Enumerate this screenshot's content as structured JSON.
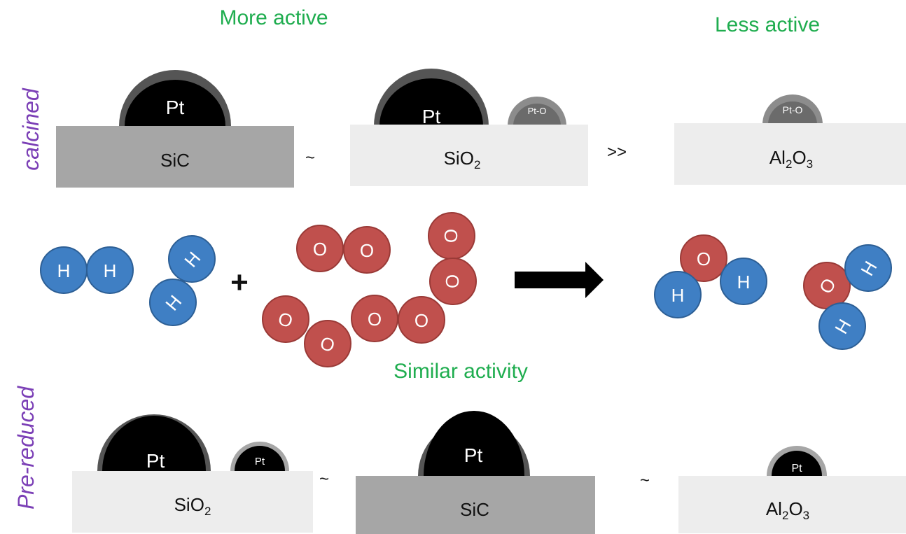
{
  "colors": {
    "activity_label": "#1fad4f",
    "row_label": "#7b3fb6",
    "sic_support": "#a6a6a6",
    "light_support": "#ededed",
    "pt_core": "#000000",
    "pt_o_shell": "#555555",
    "small_pt_o_shell": "#8c8c8c",
    "small_pt_o_core": "#6b6b6b",
    "hydrogen": "#3f7fc4",
    "oxygen": "#c0504d",
    "arrow": "#000000"
  },
  "headings": {
    "more_active": "More active",
    "less_active": "Less active",
    "similar_activity": "Similar activity"
  },
  "rows": {
    "calcined": "calcined",
    "pre_reduced": "Pre-reduced"
  },
  "labels": {
    "pt": "Pt",
    "pt_o": "Pt-O",
    "h": "H",
    "o": "O",
    "plus": "+"
  },
  "supports": {
    "sic": "SiC",
    "sio2_base": "SiO",
    "al2o3_al": "Al",
    "al2o3_o": "O",
    "sub_2": "2",
    "sub_3": "3"
  },
  "comparators": {
    "approx": "~",
    "much_greater": ">>"
  },
  "icons": {
    "reaction_arrow": "right-arrow"
  }
}
